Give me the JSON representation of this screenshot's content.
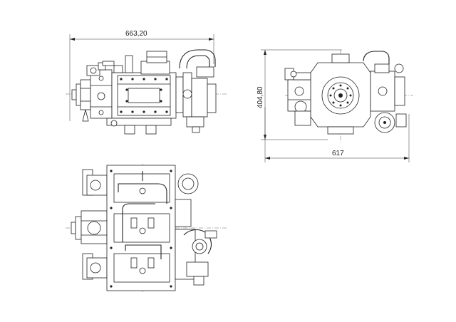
{
  "dimensions": {
    "top_view_width": "663,20",
    "side_view_height": "404,80",
    "side_view_width": "617"
  }
}
